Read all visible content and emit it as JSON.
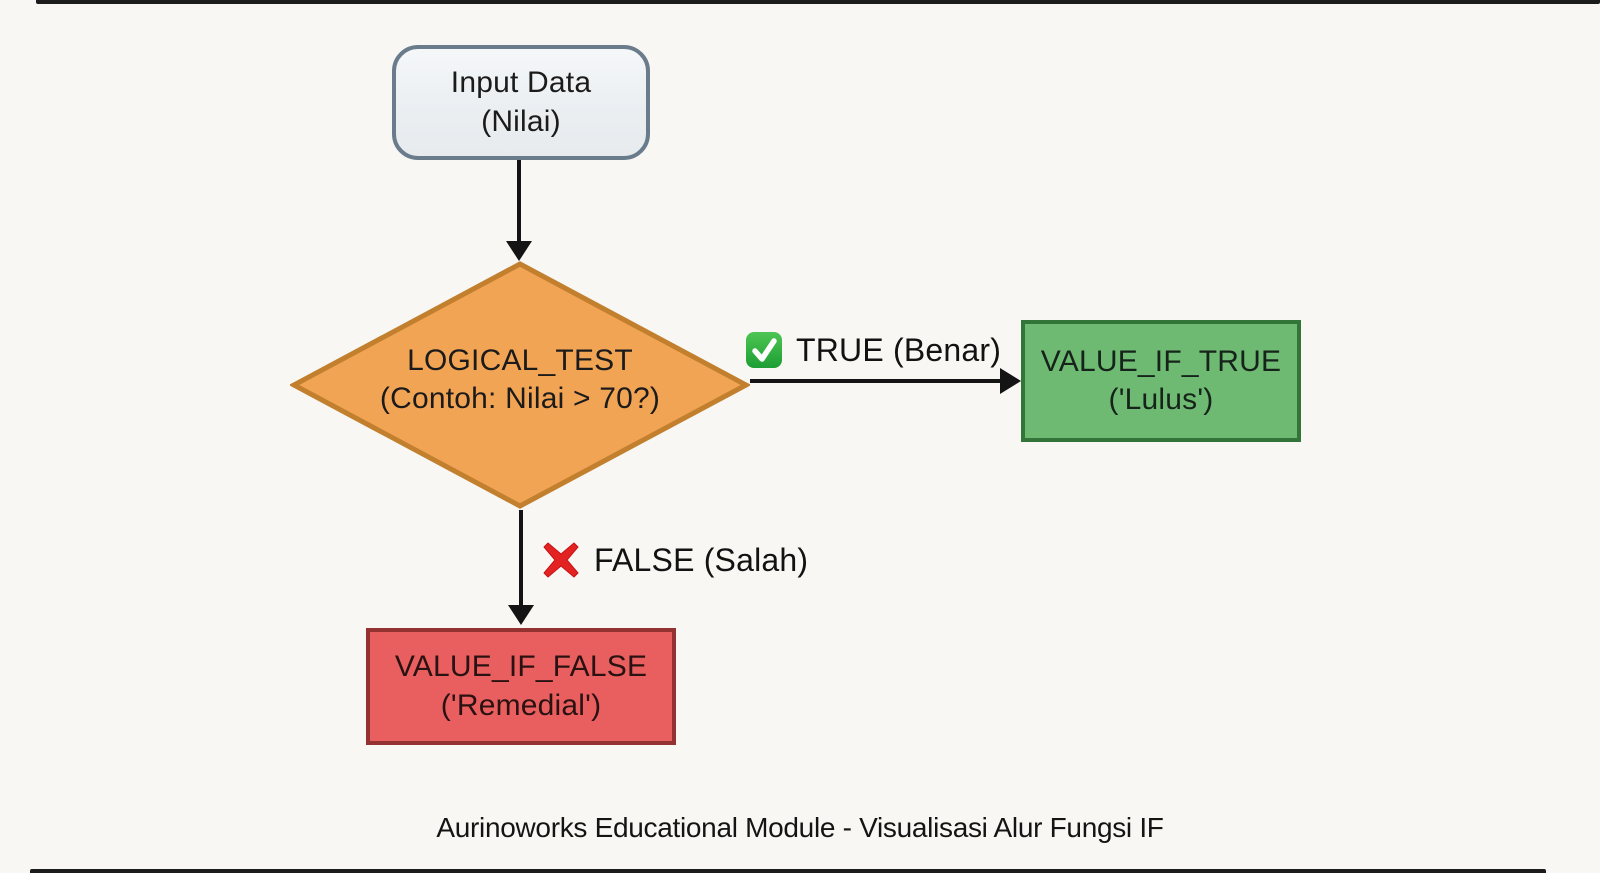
{
  "page": {
    "background_color": "#f8f7f4",
    "arrow_color": "#141414"
  },
  "diagram": {
    "nodes": {
      "input": {
        "line1": "Input Data",
        "line2": "(Nilai)",
        "fill": "#eef1f4",
        "border": "#6a7c8c"
      },
      "logical_test": {
        "line1": "LOGICAL_TEST",
        "line2": "(Contoh: Nilai > 70?)",
        "fill": "#f2a455",
        "border": "#c2802e"
      },
      "value_if_true": {
        "line1": "VALUE_IF_TRUE",
        "line2": "('Lulus')",
        "fill": "#6fba72",
        "border": "#337538"
      },
      "value_if_false": {
        "line1": "VALUE_IF_FALSE",
        "line2": "('Remedial')",
        "fill": "#e95f5f",
        "border": "#943131"
      }
    },
    "edges": {
      "true_branch": {
        "label": "TRUE (Benar)",
        "icon": "check-mark-button",
        "icon_color": "#2aa83e"
      },
      "false_branch": {
        "label": "FALSE (Salah)",
        "icon": "cross-mark",
        "icon_color": "#e32222"
      }
    }
  },
  "caption": "Aurinoworks Educational Module - Visualisasi Alur Fungsi IF"
}
